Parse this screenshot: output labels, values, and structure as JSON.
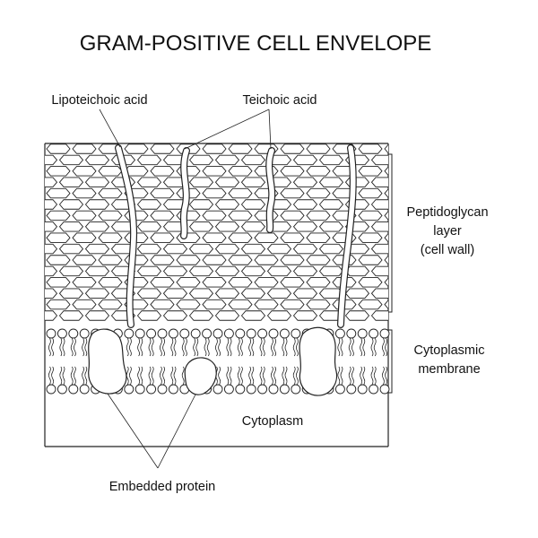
{
  "title": "GRAM-POSITIVE CELL ENVELOPE",
  "labels": {
    "lipoteichoic_acid": "Lipoteichoic acid",
    "teichoic_acid": "Teichoic acid",
    "peptidoglycan_line1": "Peptidoglycan",
    "peptidoglycan_line2": "layer",
    "peptidoglycan_line3": "(cell wall)",
    "cytoplasmic_line1": "Cytoplasmic",
    "cytoplasmic_line2": "membrane",
    "cytoplasm": "Cytoplasm",
    "embedded_protein": "Embedded protein"
  },
  "colors": {
    "stroke": "#222222",
    "background": "#ffffff",
    "text": "#111111"
  }
}
